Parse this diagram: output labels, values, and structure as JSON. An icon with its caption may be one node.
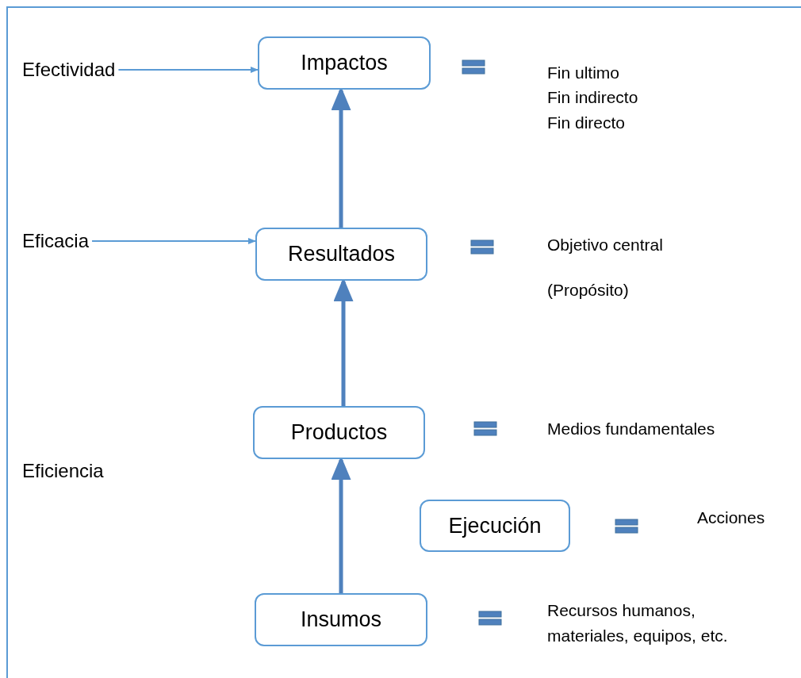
{
  "diagram": {
    "nodes": [
      {
        "text": [
          "Efectividad"
        ]
      },
      {
        "text": [
          "Impactos"
        ]
      },
      {
        "text": [
          "Eficacia"
        ]
      },
      {
        "text": [
          "Resultados"
        ]
      },
      {
        "text": [
          "Productos"
        ]
      },
      {
        "text": [
          "Ejecución"
        ]
      },
      {
        "text": [
          "Insumos"
        ]
      }
    ],
    "edges": [
      {
        "from": 0,
        "to": 1,
        "arrow": "to"
      },
      {
        "from": 2,
        "to": 3,
        "arrow": "to"
      },
      {
        "from": 3,
        "to": 1,
        "arrow": "to"
      },
      {
        "from": 4,
        "to": 3,
        "arrow": "to"
      },
      {
        "from": 6,
        "to": 4,
        "arrow": "to"
      }
    ],
    "labels": [
      "Fin ultimo",
      "Fin indirecto",
      "Fin directo",
      "Objetivo central",
      "(Propósito)",
      "Medios fundamentales",
      "Eficiencia",
      "Acciones",
      "Recursos humanos, materiales, equipos, etc."
    ]
  }
}
